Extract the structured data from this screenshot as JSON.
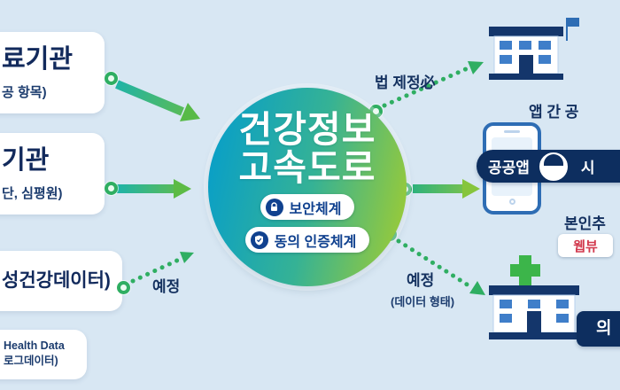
{
  "background": "#d8e7f3",
  "left_panels": [
    {
      "title": "료기관",
      "subtitle": "공 항목)"
    },
    {
      "title": "기관",
      "subtitle": "단, 심평원)"
    },
    {
      "title": "성건강데이터)"
    },
    {
      "line1": "Health Data",
      "line2": "로그데이터)"
    }
  ],
  "center_hub": {
    "title_line1": "건강정보",
    "title_line2": "고속도로",
    "badge_security": "보안체계",
    "badge_consent": "동의 인증체계"
  },
  "annotations": {
    "pending_left": "예정",
    "law_needed": "법 제정必",
    "pending_right": "예정",
    "pending_right_detail": "(데이터 형태)"
  },
  "right_column": {
    "top_caption": "앱 간 공",
    "phone_app_label": "공공앱",
    "phone_bar_tail": "시",
    "middle_caption": "본인추",
    "webview_badge": "웹뷰",
    "bottom_bar_text": "의"
  },
  "colors": {
    "navy_text": "#122a5c",
    "bar_navy": "#0d2e5f",
    "arrow_green": "#2fae62",
    "hub_teal": "#0ba0c5",
    "hub_lime": "#98ca39",
    "window_blue": "#3f7ec9",
    "webview_red": "#d23b4f"
  }
}
